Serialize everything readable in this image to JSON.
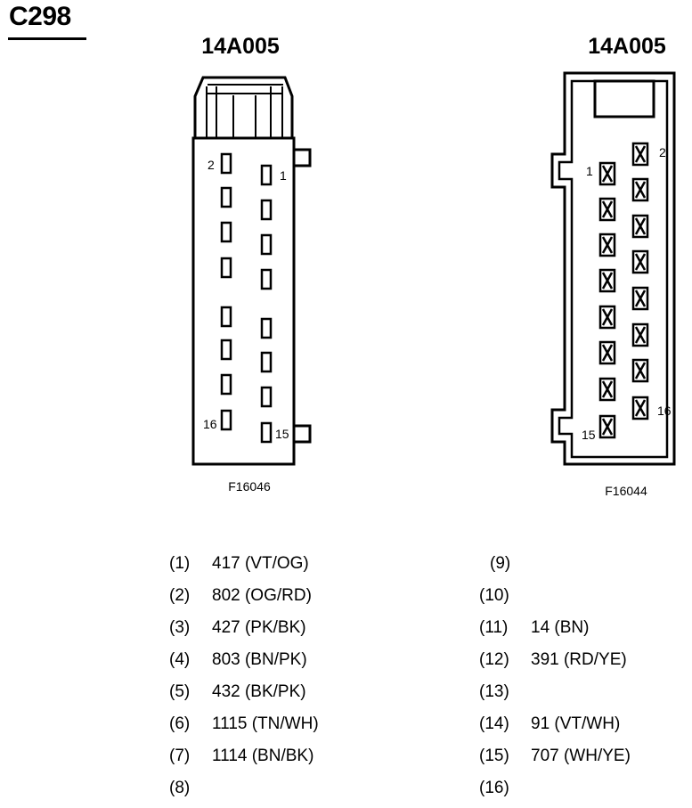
{
  "connector_id": "C298",
  "left_view": {
    "part_number": "14A005",
    "figure_id": "F16046",
    "pin_labels": [
      "2",
      "1",
      "16",
      "15"
    ]
  },
  "right_view": {
    "part_number": "14A005",
    "figure_id": "F16044",
    "pin_labels": [
      "2",
      "1",
      "16",
      "15"
    ]
  },
  "pin_table": {
    "left_column": [
      {
        "pin": "(1)",
        "wire": "417 (VT/OG)"
      },
      {
        "pin": "(2)",
        "wire": "802 (OG/RD)"
      },
      {
        "pin": "(3)",
        "wire": "427 (PK/BK)"
      },
      {
        "pin": "(4)",
        "wire": "803 (BN/PK)"
      },
      {
        "pin": "(5)",
        "wire": "432 (BK/PK)"
      },
      {
        "pin": "(6)",
        "wire": "1115 (TN/WH)"
      },
      {
        "pin": "(7)",
        "wire": "1114 (BN/BK)"
      },
      {
        "pin": "(8)",
        "wire": ""
      }
    ],
    "right_column": [
      {
        "pin": "(9)",
        "wire": ""
      },
      {
        "pin": "(10)",
        "wire": ""
      },
      {
        "pin": "(11)",
        "wire": "14 (BN)"
      },
      {
        "pin": "(12)",
        "wire": "391 (RD/YE)"
      },
      {
        "pin": "(13)",
        "wire": ""
      },
      {
        "pin": "(14)",
        "wire": "91 (VT/WH)"
      },
      {
        "pin": "(15)",
        "wire": "707 (WH/YE)"
      },
      {
        "pin": "(16)",
        "wire": ""
      }
    ]
  }
}
